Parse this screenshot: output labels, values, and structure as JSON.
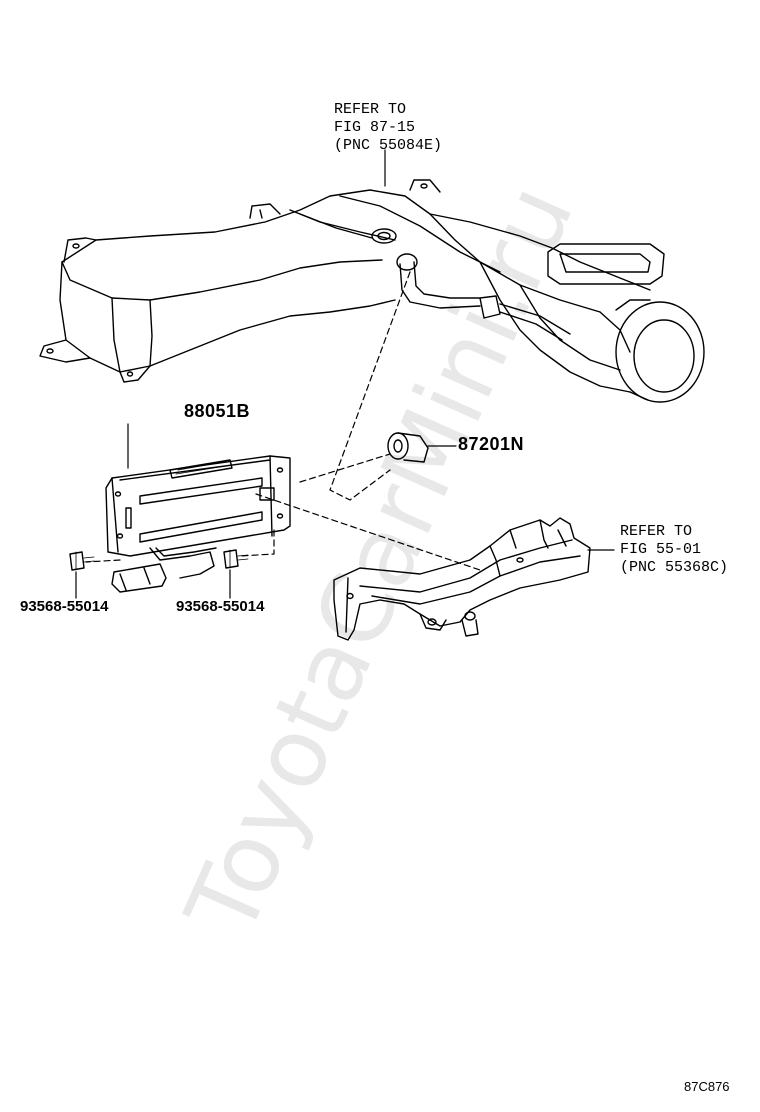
{
  "watermark": "ToyotaCarMini.ru",
  "callouts": {
    "duct_ref": [
      "REFER TO",
      "FIG 87-15",
      "(PNC 55084E)"
    ],
    "bracket_ref": [
      "REFER TO",
      "FIG 55-01",
      "(PNC 55368C)"
    ]
  },
  "parts": {
    "control_panel": "88051B",
    "sensor": "87201N",
    "screw_left": "93568-55014",
    "screw_right": "93568-55014"
  },
  "diagram_code": "87C876"
}
